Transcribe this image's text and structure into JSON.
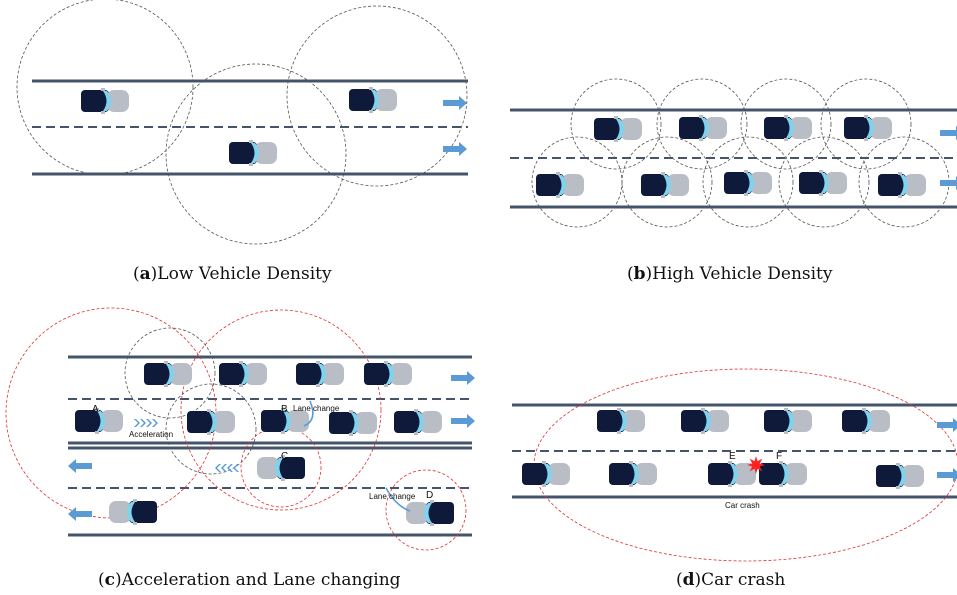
{
  "captions": {
    "a": {
      "letter": "a",
      "text": "Low Vehicle Density"
    },
    "b": {
      "letter": "b",
      "text": "High Vehicle Density"
    },
    "c": {
      "letter": "c",
      "text": "Acceleration and Lane changing"
    },
    "d": {
      "letter": "d",
      "text": "Car crash"
    }
  },
  "panel_c": {
    "car_a_label": "A",
    "car_b_label": "B",
    "car_c_label": "C",
    "car_d_label": "D",
    "acceleration_label": "Acceleration",
    "lane_change_b_label": "Lane change",
    "lane_change_d_label": "Lane change"
  },
  "panel_d": {
    "car_e_label": "E",
    "car_f_label": "F",
    "crash_label": "Car crash"
  },
  "colors": {
    "road_line": "#44546a",
    "car_body_dark": "#0f1a3a",
    "car_body_light": "#b9bec6",
    "windshield": "#7fd3ee",
    "arrow": "#5b9bd5",
    "range_gray": "#555555",
    "range_red": "#e03030",
    "crash": "#ff2020"
  }
}
